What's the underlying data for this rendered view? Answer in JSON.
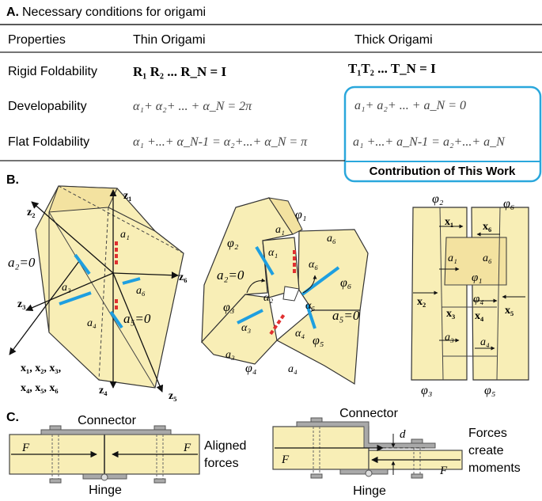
{
  "panel_a": {
    "title_letter": "A.",
    "title": "Necessary conditions for origami",
    "headers": {
      "properties": "Properties",
      "thin": "Thin Origami",
      "thick": "Thick Origami"
    },
    "rows": [
      {
        "property": "Rigid Foldability",
        "thin": "R₁ R₂ ... R_N = I",
        "thick": "T₁T₂ ... T_N = I"
      },
      {
        "property": "Developability",
        "thin": "α₁+ α₂+ ... + α_N = 2π",
        "thick": "a₁+ a₂+ ... + a_N = 0"
      },
      {
        "property": "Flat Foldability",
        "thin": "α₁ +...+ α_N-1 = α₂+...+ α_N = π",
        "thick": "a₁ +...+ a_N-1 = a₂+...+ a_N"
      }
    ],
    "contribution_label": "Contribution of This Work",
    "accent_color": "#2aa7dc"
  },
  "panel_b": {
    "letter": "B.",
    "left": {
      "axes": [
        "z₁",
        "z₂",
        "z₃",
        "z₄",
        "z₅",
        "z₆"
      ],
      "angles": [
        "a₁",
        "a₃",
        "a₄",
        "a₆"
      ],
      "eq_a2": "a₂=0",
      "eq_a5": "a₅=0",
      "x_list_1": "x₁, x₂, x₃,",
      "x_list_2": "x₄, x₅, x₆"
    },
    "middle": {
      "phis": [
        "φ₁",
        "φ₂",
        "φ₃",
        "φ₄",
        "φ₅",
        "φ₆"
      ],
      "alphas": [
        "α₁",
        "α₂",
        "α₃",
        "α₄",
        "α₅",
        "α₆"
      ],
      "as": [
        "a₁",
        "a₃",
        "a₄",
        "a₆"
      ],
      "eq_a2": "a₂=0",
      "eq_a5": "a₅=0"
    },
    "right": {
      "phis": [
        "φ₁",
        "φ₂",
        "φ₃",
        "φ₄",
        "φ₅",
        "φ₆"
      ],
      "xs": [
        "x₁",
        "x₂",
        "x₃",
        "x₄",
        "x₅",
        "x₆"
      ],
      "as": [
        "a₁",
        "a₃",
        "a₄",
        "a₆"
      ]
    },
    "colors": {
      "panel_fill": "#f8eeb6",
      "blue_fold": "#1e9fe0",
      "red_fold": "#e03030"
    }
  },
  "panel_c": {
    "letter": "C.",
    "left": {
      "connector": "Connector",
      "hinge": "Hinge",
      "force": "F",
      "caption_1": "Aligned",
      "caption_2": "forces"
    },
    "right": {
      "connector": "Connector",
      "hinge": "Hinge",
      "force": "F",
      "offset": "d",
      "caption_1": "Forces",
      "caption_2": "create",
      "caption_3": "moments"
    }
  }
}
